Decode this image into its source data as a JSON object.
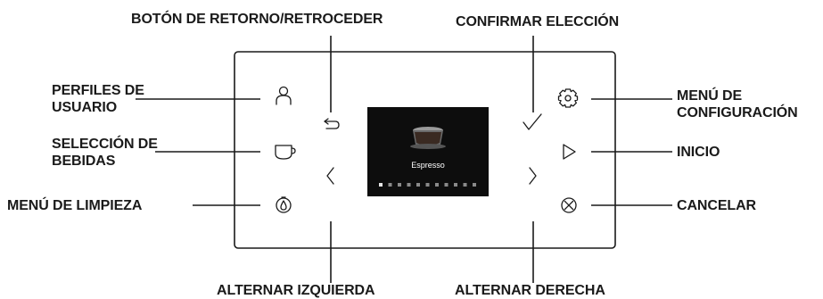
{
  "labels": {
    "back": "BOTÓN DE RETORNO/RETROCEDER",
    "confirm": "CONFIRMAR ELECCIÓN",
    "profiles": [
      "PERFILES DE",
      "USUARIO"
    ],
    "drinks": [
      "SELECCIÓN DE",
      "BEBIDAS"
    ],
    "cleaning": "MENÚ DE LIMPIEZA",
    "settings": [
      "MENÚ DE",
      "CONFIGURACIÓN"
    ],
    "start": "INICIO",
    "cancel": "CANCELAR",
    "toggle_left": "ALTERNAR IZQUIERDA",
    "toggle_right": "ALTERNAR DERECHA"
  },
  "screen": {
    "drink_name": "Espresso",
    "page_dots": 11,
    "active_dot": 1
  },
  "colors": {
    "line": "#1a1a1a",
    "screen_bg": "#0d0d0d",
    "dot_active": "#e6e6e6",
    "dot_inactive": "#8a8a8a"
  },
  "icons": {
    "profiles": "user-icon",
    "drinks": "cup-icon",
    "cleaning": "cleaning-icon",
    "back": "return-arrow-icon",
    "confirm": "checkmark-icon",
    "left": "chevron-left-icon",
    "right": "chevron-right-icon",
    "settings": "gear-icon",
    "start": "play-icon",
    "cancel": "cancel-icon"
  }
}
